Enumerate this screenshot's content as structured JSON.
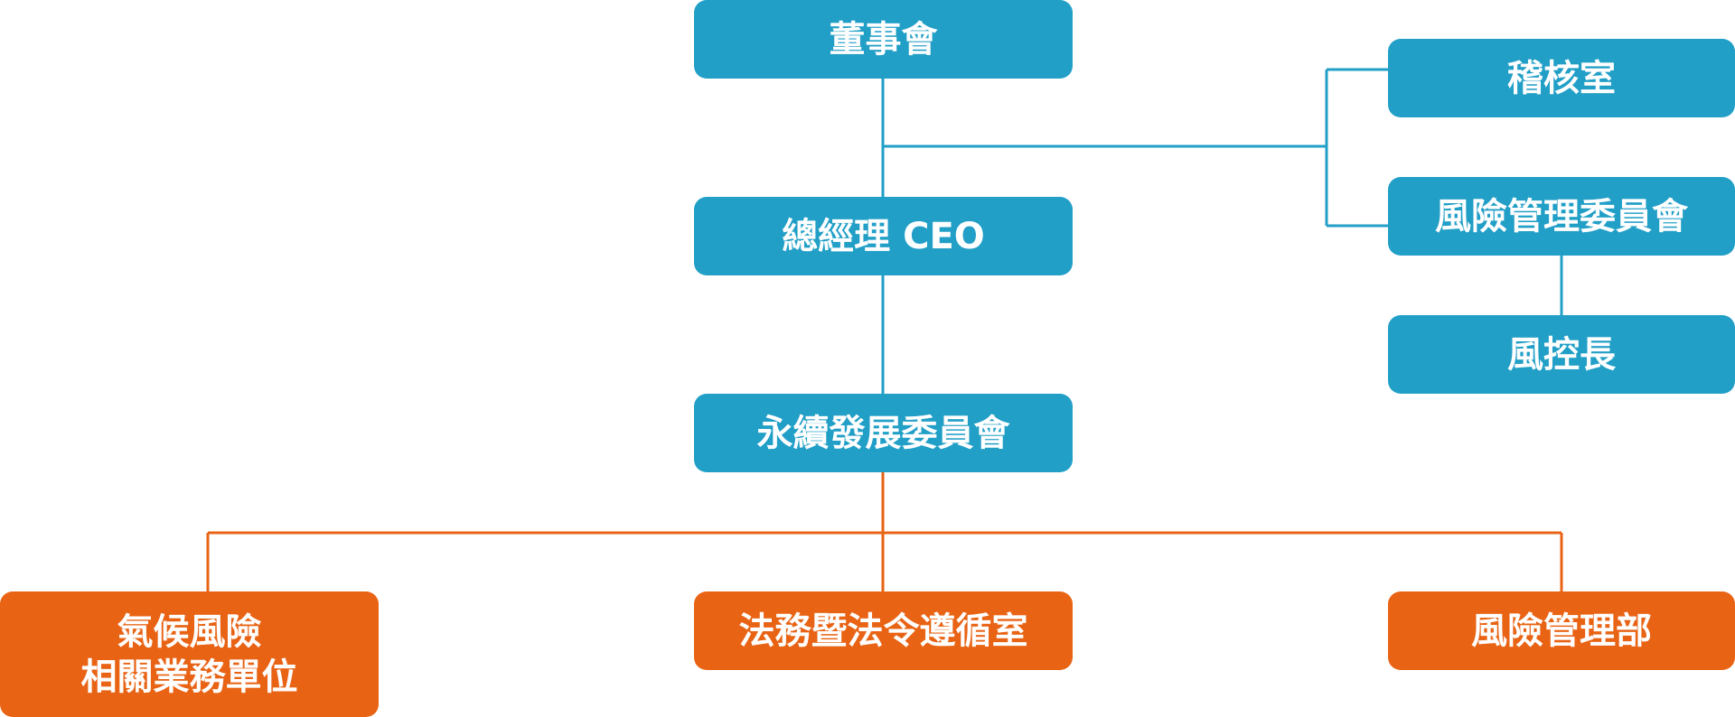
{
  "colors": {
    "governance": "#219fc7",
    "operations": "#e96314",
    "governance_line": "#219fc7",
    "operations_line": "#e96314"
  },
  "nodes": {
    "board": "董事會",
    "ceo": "總經理 CEO",
    "sustainability_committee": "永續發展委員會",
    "audit_office": "稽核室",
    "risk_committee": "風險管理委員會",
    "cro": "風控長",
    "climate_units_line1": "氣候風險",
    "climate_units_line2": "相關業務單位",
    "legal_compliance": "法務暨法令遵循室",
    "risk_dept": "風險管理部"
  },
  "edges": [
    [
      "board",
      "ceo"
    ],
    [
      "board",
      "audit_office"
    ],
    [
      "board",
      "risk_committee"
    ],
    [
      "risk_committee",
      "cro"
    ],
    [
      "ceo",
      "sustainability_committee"
    ],
    [
      "sustainability_committee",
      "climate_units"
    ],
    [
      "sustainability_committee",
      "legal_compliance"
    ],
    [
      "sustainability_committee",
      "risk_dept"
    ]
  ]
}
